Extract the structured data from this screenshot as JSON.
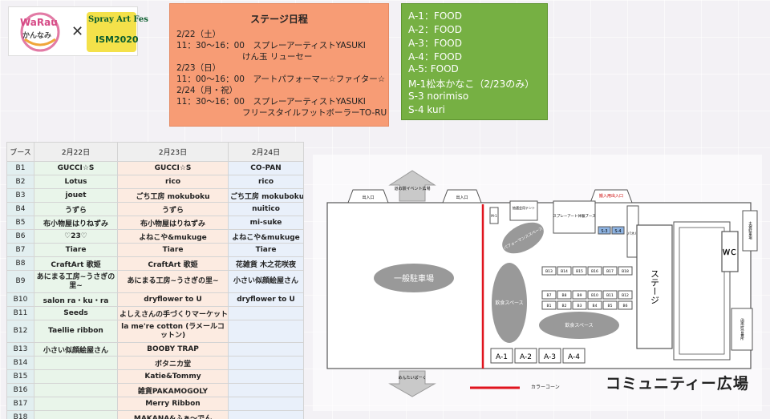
{
  "logo": {
    "waraku": "WaRau",
    "kannami": "かんなみ",
    "times": "✕",
    "fes_line1": "Spray Art Fes",
    "fes_line2": "ISM2020"
  },
  "stage": {
    "title": "ステージ日程",
    "lines": [
      "2/22（土）",
      "11：30～16：00　スプレーアーティストYASUKI",
      "けん玉  リューセー",
      "2/23（日）",
      "11：00～16：00　アートパフォーマー☆ファイター☆",
      "2/24（月・祝）",
      "11：30～16：00　スプレーアーティストYASUKI",
      "フリースタイルフットボーラーTO-RU"
    ]
  },
  "food": [
    "A-1：FOOD",
    "A-2：FOOD",
    "A-3：FOOD",
    "A-4：FOOD",
    "A-5: FOOD",
    "M-1松本かなこ（2/23のみ）",
    "S-3 norimiso",
    "S-4 kuri"
  ],
  "booths": {
    "headers": [
      "ブース",
      "2月22日",
      "2月23日",
      "2月24日"
    ],
    "rows": [
      [
        "B1",
        "GUCCI☆S",
        "GUCCI☆S",
        "CO-PAN"
      ],
      [
        "B2",
        "Lotus",
        "rico",
        "rico"
      ],
      [
        "B3",
        "jouet",
        "ごち工房 mokuboku",
        "ごち工房 mokuboku"
      ],
      [
        "B4",
        "うずら",
        "うずら",
        "nuitico"
      ],
      [
        "B5",
        "布小物屋はりねずみ",
        "布小物屋はりねずみ",
        "mi-suke"
      ],
      [
        "B6",
        "♡23♡",
        "よねこや&mukuge",
        "よねこや&mukuge"
      ],
      [
        "B7",
        "Tiare",
        "Tiare",
        "Tiare"
      ],
      [
        "B8",
        "CraftArt 歌姫",
        "CraftArt 歌姫",
        "花雑貨 木之花咲夜"
      ],
      [
        "B9",
        "あにまる工房~うさぎの里~",
        "あにまる工房~うさぎの里~",
        "小さい似顔絵屋さん"
      ],
      [
        "B10",
        "salon ra・ku・ra",
        "dryflower to U",
        "dryflower to U"
      ],
      [
        "B11",
        "Seeds",
        "よしえさんの手づくりマーケット",
        ""
      ],
      [
        "B12",
        "Taellie ribbon",
        "la me're cotton (ラメールコットン)",
        ""
      ],
      [
        "B13",
        "小さい似顔絵屋さん",
        "BOOBY TRAP",
        ""
      ],
      [
        "B14",
        "",
        "ボタニカ堂",
        ""
      ],
      [
        "B15",
        "",
        "Katie&Tommy",
        ""
      ],
      [
        "B16",
        "",
        "雑貨PAKAMOGOLY",
        ""
      ],
      [
        "B17",
        "",
        "Merry Ribbon",
        ""
      ],
      [
        "B18",
        "",
        "MAKANA&ふぁ～でん",
        ""
      ]
    ]
  },
  "map": {
    "title": "コミュニティー広場",
    "parking": "一般駐車場",
    "road_top": "道の駅イベント広場",
    "road_bottom": "めんたいぱーく",
    "entrance_left": "出入口",
    "entrance_mid": "出入口",
    "entrance_right": "搬入用出入口",
    "tent": "抽選会用テント",
    "spray": "スプレーアート体験ブース",
    "performance": "パフォーマンススペース",
    "eating1": "飲食スペース",
    "eating2": "飲食スペース",
    "stage": "ステージ",
    "panel": "パネル",
    "wc": "ＷＣ",
    "staff_parking": "主催駐車場",
    "kannami_counter": "函南町営番所",
    "m1": "M-1",
    "s3": "S-3",
    "s4": "S-4",
    "a_booths": [
      "A-1",
      "A-2",
      "A-3",
      "A-4"
    ],
    "b_row1": [
      "B13",
      "B14",
      "B15",
      "B16",
      "B17",
      "B18"
    ],
    "b_row2": [
      "B7",
      "B8",
      "B9",
      "B10",
      "B11",
      "B12"
    ],
    "b_row3": [
      "B1",
      "B2",
      "B3",
      "B4",
      "B5",
      "B6"
    ],
    "legend": "カラーコーン"
  },
  "colors": {
    "stage_box": "#f79c75",
    "food_box": "#76b043",
    "cone_line": "#e0141e",
    "s_booth": "#8eb4e3"
  }
}
